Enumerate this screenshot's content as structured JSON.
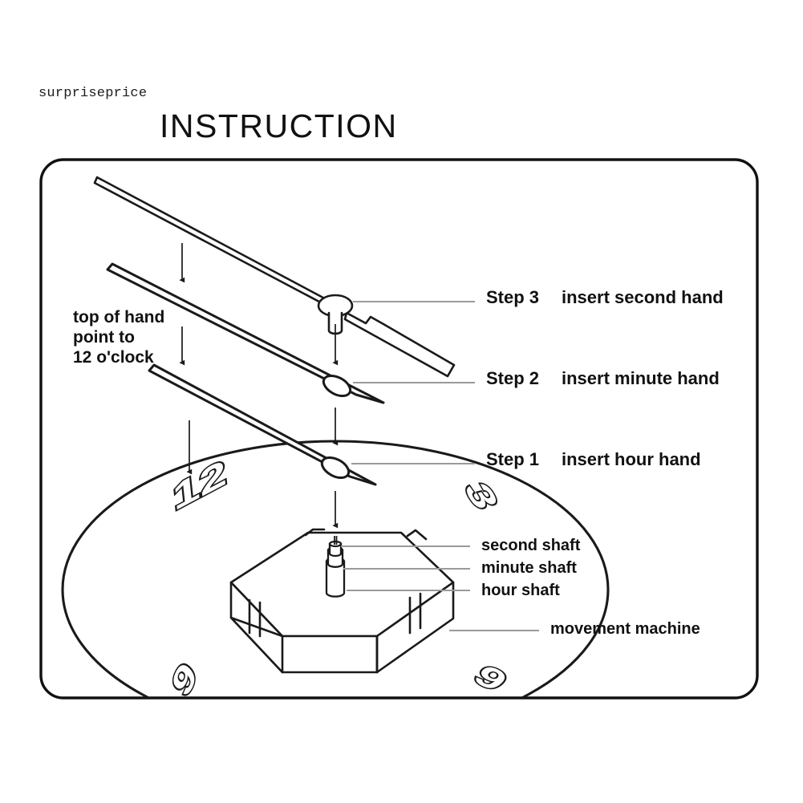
{
  "page": {
    "background_color": "#ffffff",
    "ink_color": "#111111",
    "leader_color": "#9a9a9a"
  },
  "watermark": {
    "text": "surpriseprice"
  },
  "header": {
    "title": "INSTRUCTION"
  },
  "frame": {
    "border_color": "#111111",
    "corner_radius": "28"
  },
  "notes": {
    "top_of_hand": {
      "line1": "top of hand",
      "line2": "point to",
      "line3": "12 o'clock"
    }
  },
  "steps": [
    {
      "number": "Step 3",
      "action": "insert second hand"
    },
    {
      "number": "Step 2",
      "action": "insert minute hand"
    },
    {
      "number": "Step 1",
      "action": "insert hour hand"
    }
  ],
  "shafts": [
    {
      "label": "second shaft"
    },
    {
      "label": "minute shaft"
    },
    {
      "label": "hour shaft"
    }
  ],
  "movement": {
    "label": "movement  machine"
  },
  "clock_face": {
    "numerals": [
      {
        "value": "12"
      },
      {
        "value": "3"
      },
      {
        "value": "9"
      },
      {
        "value": "6"
      }
    ]
  }
}
